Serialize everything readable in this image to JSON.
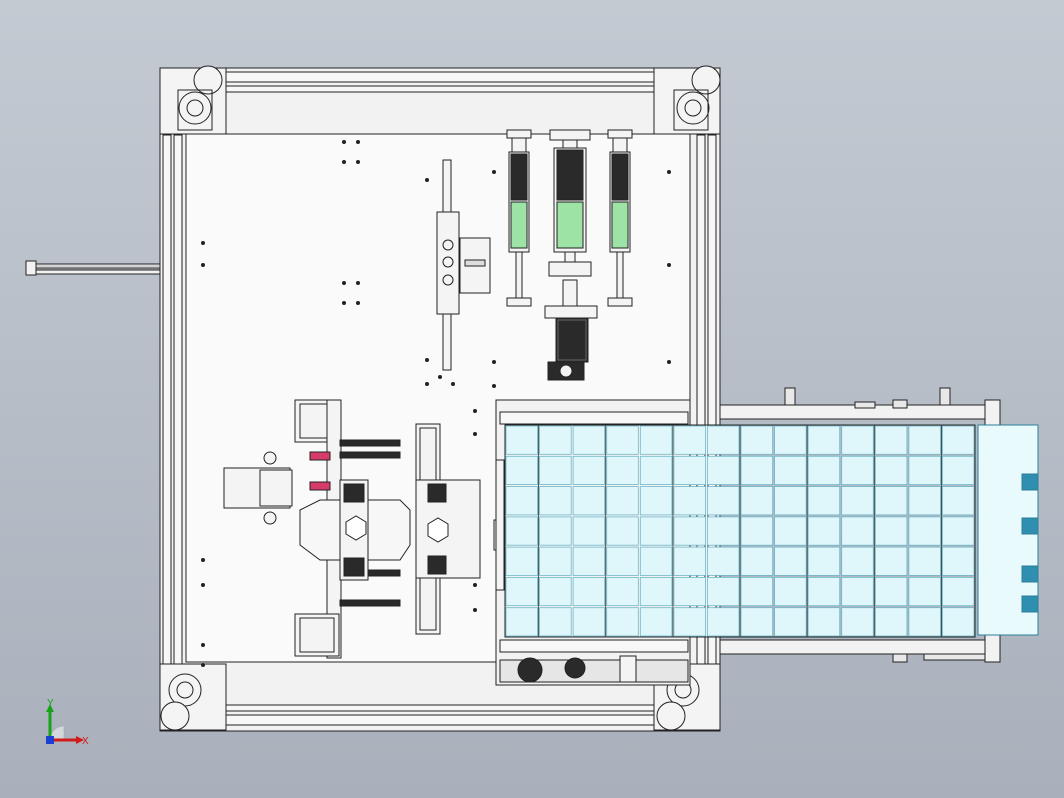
{
  "view": {
    "name": "cad-3d-viewport",
    "background": "#b8bec8"
  },
  "colors": {
    "outline": "#222222",
    "frame_fill": "#f2f2f2",
    "plate_fill": "#f8f8f8",
    "glass": "#dff6fb",
    "glass_edge": "#6fb7c8",
    "green_fill": "#9de3a6",
    "dark_part": "#2a2a2a",
    "accent_red": "#d63c6a",
    "axis_x": "#d11a1a",
    "axis_y": "#17a317",
    "axis_z": "#1a3fd1"
  },
  "triad": {
    "x_label": "X",
    "y_label": "Y"
  },
  "icons": [
    "coordinate-triad-icon"
  ]
}
